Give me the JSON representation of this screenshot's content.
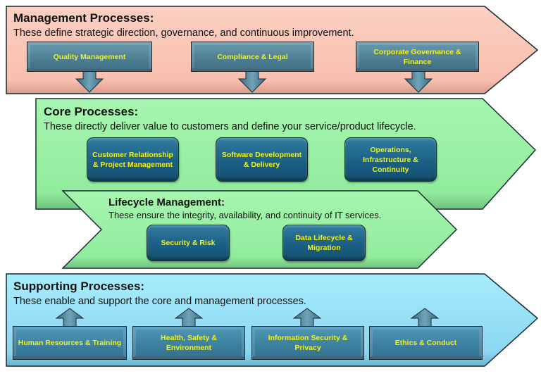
{
  "colors": {
    "management_fill": "#f9c2b3",
    "core_fill": "#93ed9f",
    "supporting_fill": "#8dd8f3",
    "box_text": "#f2f21a",
    "outline": "#1a2b33"
  },
  "management": {
    "title": "Management Processes:",
    "description": "These define strategic direction, governance, and continuous improvement.",
    "items": [
      {
        "label": "Quality Management",
        "arrow": "down-arrow-icon"
      },
      {
        "label": "Compliance & Legal",
        "arrow": "down-arrow-icon"
      },
      {
        "label": "Corporate Governance & Finance",
        "arrow": "down-arrow-icon"
      }
    ]
  },
  "core": {
    "title": "Core Processes:",
    "description": "These directly deliver value to customers and define your service/product lifecycle.",
    "items": [
      {
        "label": "Customer Relationship & Project Management"
      },
      {
        "label": "Software Development & Delivery"
      },
      {
        "label": "Operations, Infrastructure & Continuity"
      }
    ]
  },
  "lifecycle": {
    "title": "Lifecycle Management:",
    "description": "These ensure the integrity, availability, and continuity of IT services.",
    "items": [
      {
        "label": "Security & Risk"
      },
      {
        "label": "Data Lifecycle & Migration"
      }
    ]
  },
  "supporting": {
    "title": "Supporting Processes:",
    "description": "These enable and support the core and management processes.",
    "items": [
      {
        "label": "Human Resources & Training",
        "arrow": "up-arrow-icon"
      },
      {
        "label": "Health, Safety & Environment",
        "arrow": "up-arrow-icon"
      },
      {
        "label": "Information Security & Privacy",
        "arrow": "up-arrow-icon"
      },
      {
        "label": "Ethics & Conduct",
        "arrow": "up-arrow-icon"
      }
    ]
  }
}
